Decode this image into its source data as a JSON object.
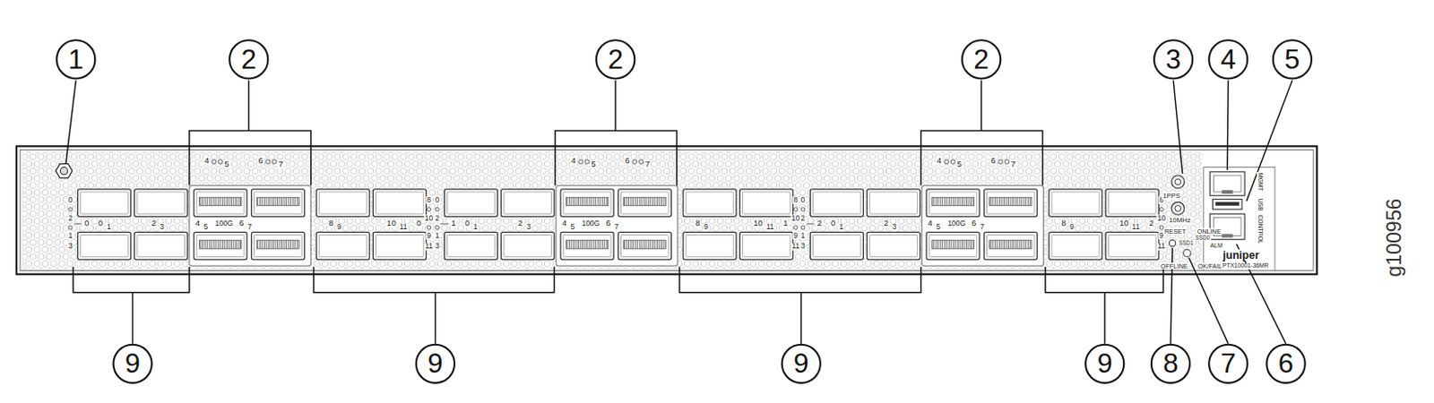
{
  "diagram": {
    "nodes": [
      {
        "text": [
          "1"
        ]
      },
      {
        "text": [
          "2"
        ]
      },
      {
        "text": [
          "2"
        ]
      },
      {
        "text": [
          "2"
        ]
      },
      {
        "text": [
          "3"
        ]
      },
      {
        "text": [
          "4"
        ]
      },
      {
        "text": [
          "5"
        ]
      },
      {
        "text": [
          "9"
        ]
      },
      {
        "text": [
          "9"
        ]
      },
      {
        "text": [
          "9"
        ]
      },
      {
        "text": [
          "9"
        ]
      },
      {
        "text": [
          "8"
        ]
      },
      {
        "text": [
          "7"
        ]
      },
      {
        "text": [
          "6"
        ]
      }
    ],
    "labels": [
      "4",
      "5",
      "6",
      "7",
      "0",
      "2",
      "1",
      "3",
      "0",
      "0",
      "1",
      "2",
      "3",
      "4",
      "5",
      "100G",
      "6",
      "7",
      "8",
      "9",
      "10",
      "11",
      "8",
      "10",
      "9",
      "11",
      "0",
      "4",
      "5",
      "6",
      "7",
      "0",
      "2",
      "1",
      "3",
      "1",
      "0",
      "1",
      "2",
      "3",
      "4",
      "5",
      "100G",
      "6",
      "7",
      "8",
      "9",
      "10",
      "11",
      "8",
      "10",
      "9",
      "11",
      "1",
      "4",
      "5",
      "6",
      "7",
      "0",
      "2",
      "1",
      "3",
      "2",
      "0",
      "1",
      "2",
      "3",
      "4",
      "5",
      "100G",
      "6",
      "7",
      "8",
      "9",
      "10",
      "11",
      "8",
      "10",
      "9",
      "11",
      "2",
      "1PPS",
      "10MHz",
      "RESET",
      "ONLINE",
      "SSD0",
      "SSD1",
      "ALM",
      "OFFLINE",
      "OK/FAIL",
      "juniper",
      "PTX10001-36MR",
      "MGMT",
      "USB",
      "CONTROL",
      "g100956"
    ]
  }
}
